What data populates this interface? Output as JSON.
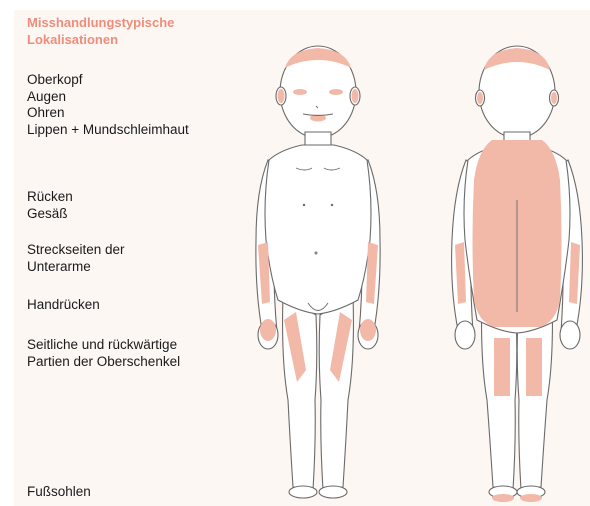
{
  "title_lines": [
    "Misshandlungstypische",
    "Lokalisationen"
  ],
  "label_groups": [
    [
      "Oberkopf",
      "Augen",
      "Ohren",
      "Lippen + Mundschleimhaut"
    ],
    [
      "Rücken",
      "Gesäß"
    ],
    [
      "Streckseiten der",
      "Unterarme"
    ],
    [
      "Handrücken"
    ],
    [
      "Seitliche und rückwärtige",
      "Partien der Oberschenkel"
    ],
    [
      "Fußsohlen"
    ]
  ],
  "colors": {
    "highlight": "#f2b9a8",
    "title": "#ee8d7b",
    "background": "#fdf7f4",
    "outline": "#6a6a6a"
  }
}
